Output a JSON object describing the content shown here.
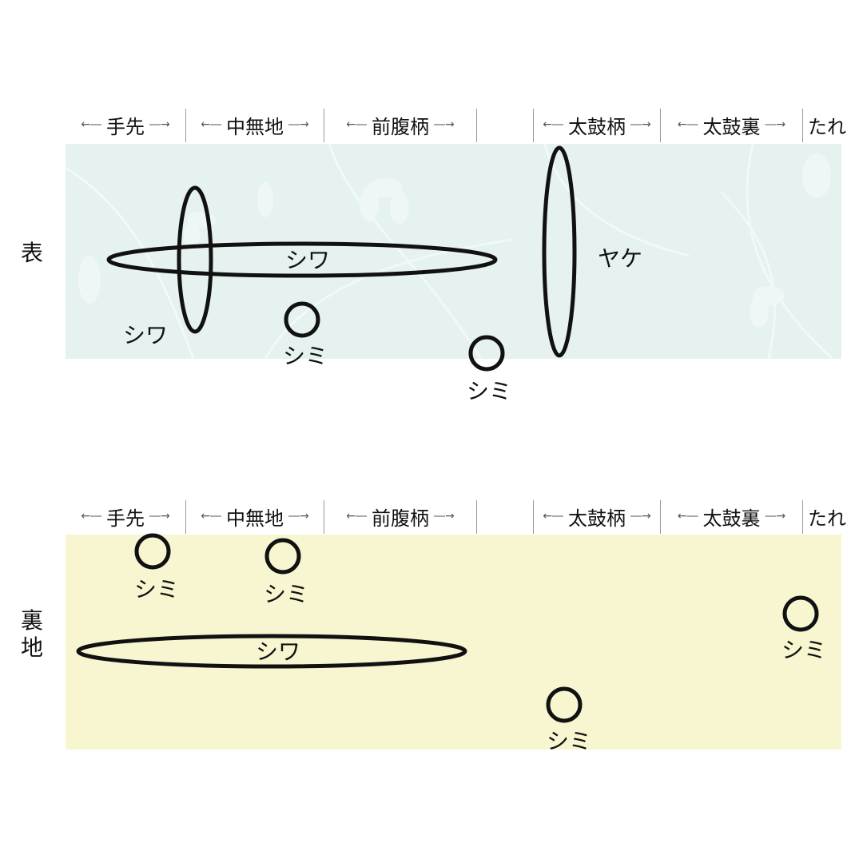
{
  "sections": [
    {
      "label": "手先",
      "arrows": true
    },
    {
      "label": "中無地",
      "arrows": true
    },
    {
      "label": "前腹柄",
      "arrows": true
    },
    {
      "label": "",
      "arrows": false
    },
    {
      "label": "太鼓柄",
      "arrows": true
    },
    {
      "label": "太鼓裏",
      "arrows": true
    },
    {
      "label": "たれ",
      "arrows": false
    }
  ],
  "arrow_left": "←―",
  "arrow_right": "―→",
  "front": {
    "side_label": "表",
    "background_color": "#e5f2f0",
    "marks": [
      {
        "type": "wrinkle",
        "label": "シワ",
        "shape": "ellipse-horizontal"
      },
      {
        "type": "wrinkle",
        "label": "シワ",
        "shape": "ellipse-vertical"
      },
      {
        "type": "stain",
        "label": "シミ",
        "shape": "circle"
      },
      {
        "type": "stain",
        "label": "シミ",
        "shape": "circle"
      },
      {
        "type": "sun-fade",
        "label": "ヤケ",
        "shape": "ellipse-vertical"
      }
    ]
  },
  "back": {
    "side_label_1": "裏",
    "side_label_2": "地",
    "background_color": "#f7f6d0",
    "marks": [
      {
        "type": "stain",
        "label": "シミ",
        "shape": "circle"
      },
      {
        "type": "stain",
        "label": "シミ",
        "shape": "circle"
      },
      {
        "type": "wrinkle",
        "label": "シワ",
        "shape": "ellipse-horizontal"
      },
      {
        "type": "stain",
        "label": "シミ",
        "shape": "circle"
      },
      {
        "type": "stain",
        "label": "シミ",
        "shape": "circle"
      }
    ]
  }
}
